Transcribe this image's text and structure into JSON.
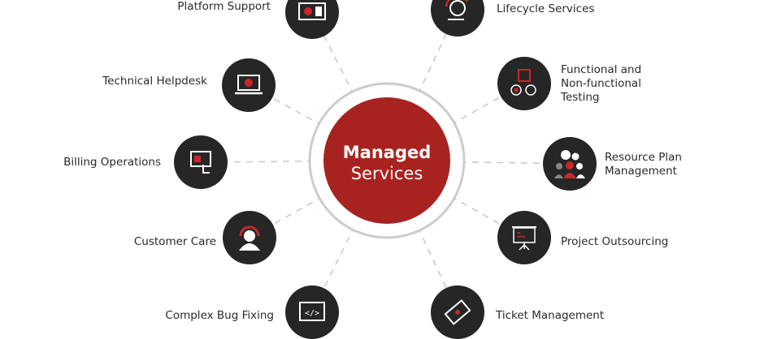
{
  "center": {
    "title": "Managed",
    "subtitle": "Services"
  },
  "colors": {
    "accent": "#a8231f",
    "node": "#262626",
    "ring": "#cccccc"
  },
  "services": [
    {
      "label": "Platform Support",
      "icon": "server-gear-icon"
    },
    {
      "label": "Lifecycle Services",
      "icon": "cycle-gear-icon"
    },
    {
      "label": "Technical Helpdesk",
      "icon": "laptop-wrench-icon"
    },
    {
      "label": "Functional and Non-functional Testing",
      "lines": [
        "Functional and",
        "Non-functional",
        "Testing"
      ],
      "icon": "chip-test-icon"
    },
    {
      "label": "Billing Operations",
      "icon": "billing-icon"
    },
    {
      "label": "Resource Plan Management",
      "lines": [
        "Resource Plan",
        "Management"
      ],
      "icon": "team-gears-icon"
    },
    {
      "label": "Customer Care",
      "icon": "headset-icon"
    },
    {
      "label": "Project Outsourcing",
      "icon": "presentation-board-icon"
    },
    {
      "label": "Complex Bug Fixing",
      "icon": "code-icon"
    },
    {
      "label": "Ticket Management",
      "icon": "ticket-icon"
    }
  ]
}
